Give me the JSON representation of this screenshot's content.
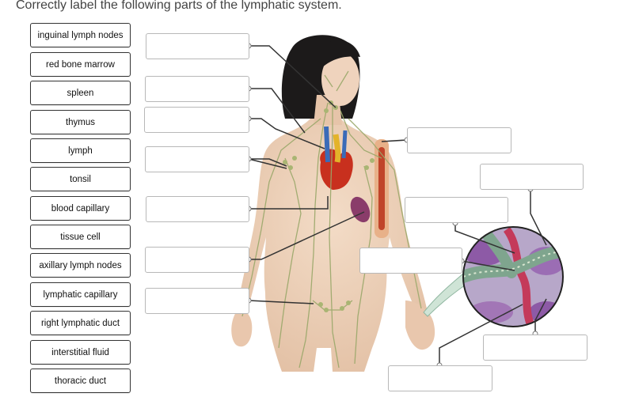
{
  "question": {
    "title": "Correctly label the following parts of the lymphatic system."
  },
  "terms": [
    "inguinal lymph nodes",
    "red bone marrow",
    "spleen",
    "thymus",
    "lymph",
    "tonsil",
    "blood capillary",
    "tissue cell",
    "axillary lymph nodes",
    "lymphatic capillary",
    "right lymphatic duct",
    "interstitial fluid",
    "thoracic duct"
  ],
  "colors": {
    "lymph_vessel": "#9aa86a",
    "skin": "#eccfb7",
    "hair": "#1c1a1a",
    "heart": "#c8301e",
    "spleen": "#8a3c6a",
    "bone": "#e8b189",
    "marrow": "#c0442a",
    "vein": "#3a6bb8",
    "aorta": "#e3b32a",
    "magnifier_bg": "#b7a7c9",
    "lymph_capillary": "#7fa58e",
    "leader_line": "#333333"
  }
}
